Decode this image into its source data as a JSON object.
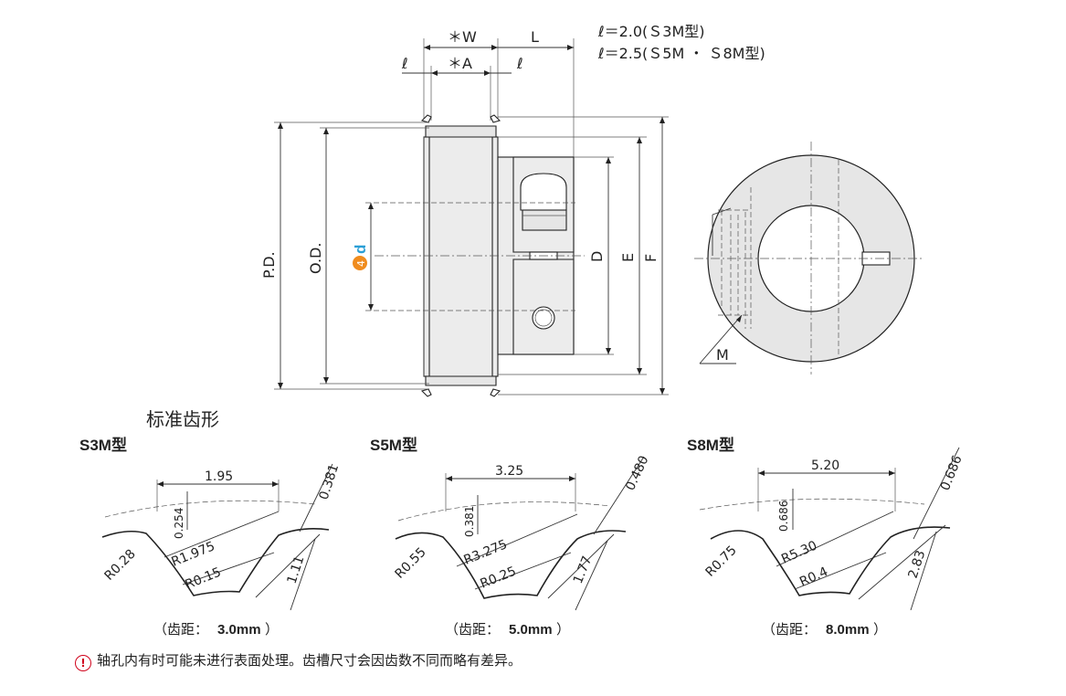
{
  "notes": {
    "l_s3m": "ℓ＝2.0(Ｓ3M型)",
    "l_s5m_s8m": "ℓ＝2.5(Ｓ5M ・ Ｓ8M型)"
  },
  "main_view": {
    "w_label": "＊W",
    "a_label": "＊A",
    "l_label": "L",
    "ell_left": "ℓ",
    "ell_right": "ℓ",
    "pd_label": "P.D.",
    "od_label": "O.D.",
    "bore_badge": "4",
    "bore_label": "d",
    "d_label": "D",
    "e_label": "E",
    "f_label": "F",
    "m_label": "M"
  },
  "section_title": "标准齿形",
  "profiles": [
    {
      "type": "S3M型",
      "pitch_dim": "1.95",
      "tooth_h": "0.381",
      "dim_small": "0.254",
      "r_tip": "R0.28",
      "r_main": "R1.975",
      "r_root": "R0.15",
      "depth": "1.11",
      "caption_prefix": "（齿距：",
      "caption_value": "3.0mm",
      "caption_suffix": "）"
    },
    {
      "type": "S5M型",
      "pitch_dim": "3.25",
      "tooth_h": "0.480",
      "dim_small": "0.381",
      "r_tip": "R0.55",
      "r_main": "R3.275",
      "r_root": "R0.25",
      "depth": "1.77",
      "caption_prefix": "（齿距：",
      "caption_value": "5.0mm",
      "caption_suffix": "）"
    },
    {
      "type": "S8M型",
      "pitch_dim": "5.20",
      "tooth_h": "0.686",
      "dim_small": "0.686",
      "r_tip": "R0.75",
      "r_main": "R5.30",
      "r_root": "R0.4",
      "depth": "2.83",
      "caption_prefix": "（齿距：",
      "caption_value": "8.0mm",
      "caption_suffix": "）"
    }
  ],
  "footer_note": {
    "icon": "!",
    "text": "轴孔内有时可能未进行表面处理。齿槽尺寸会因齿数不同而略有差异。"
  },
  "colors": {
    "badge": "#f08c1e",
    "bore_d": "#2a9fd6",
    "notice_icon": "#d0021b"
  }
}
